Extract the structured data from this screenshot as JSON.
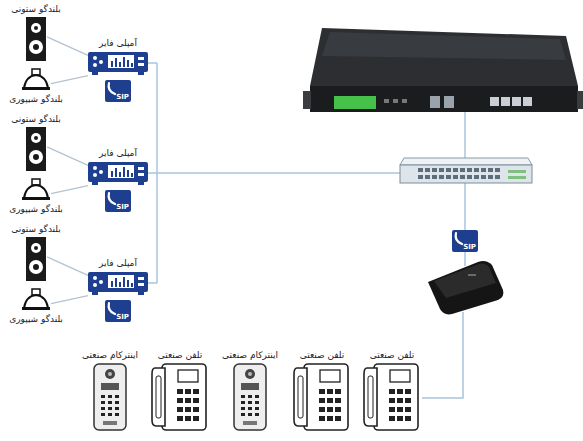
{
  "diagram": {
    "nodes": [
      {
        "text": [
          "بلندگو ستونی"
        ]
      },
      {
        "text": [
          "بلندگو شیپوری"
        ]
      },
      {
        "text": [
          "آمپلی فایر",
          "SIP"
        ]
      },
      {
        "text": [
          "بلندگو ستونی"
        ]
      },
      {
        "text": [
          "بلندگو شیپوری"
        ]
      },
      {
        "text": [
          "آمپلی فایر",
          "SIP"
        ]
      },
      {
        "text": [
          "بلندگو ستونی"
        ]
      },
      {
        "text": [
          "بلندگو شیپوری"
        ]
      },
      {
        "text": [
          "آمپلی فایر",
          "SIP"
        ]
      },
      {
        "text": [
          "اینترکام صنعتی"
        ]
      },
      {
        "text": [
          "تلفن صنعتی"
        ]
      },
      {
        "text": [
          "اینترکام صنعتی"
        ]
      },
      {
        "text": [
          "تلفن صنعتی"
        ]
      },
      {
        "text": [
          "تلفن صنعتی"
        ]
      }
    ],
    "edges": [
      {
        "from": 2,
        "to": 0,
        "arrow": "none"
      },
      {
        "from": 2,
        "to": 1,
        "arrow": "none"
      },
      {
        "from": 5,
        "to": 3,
        "arrow": "none"
      },
      {
        "from": 5,
        "to": 4,
        "arrow": "none"
      },
      {
        "from": 8,
        "to": 6,
        "arrow": "none"
      },
      {
        "from": 8,
        "to": 7,
        "arrow": "none"
      }
    ],
    "labels": [
      "SIP"
    ]
  }
}
